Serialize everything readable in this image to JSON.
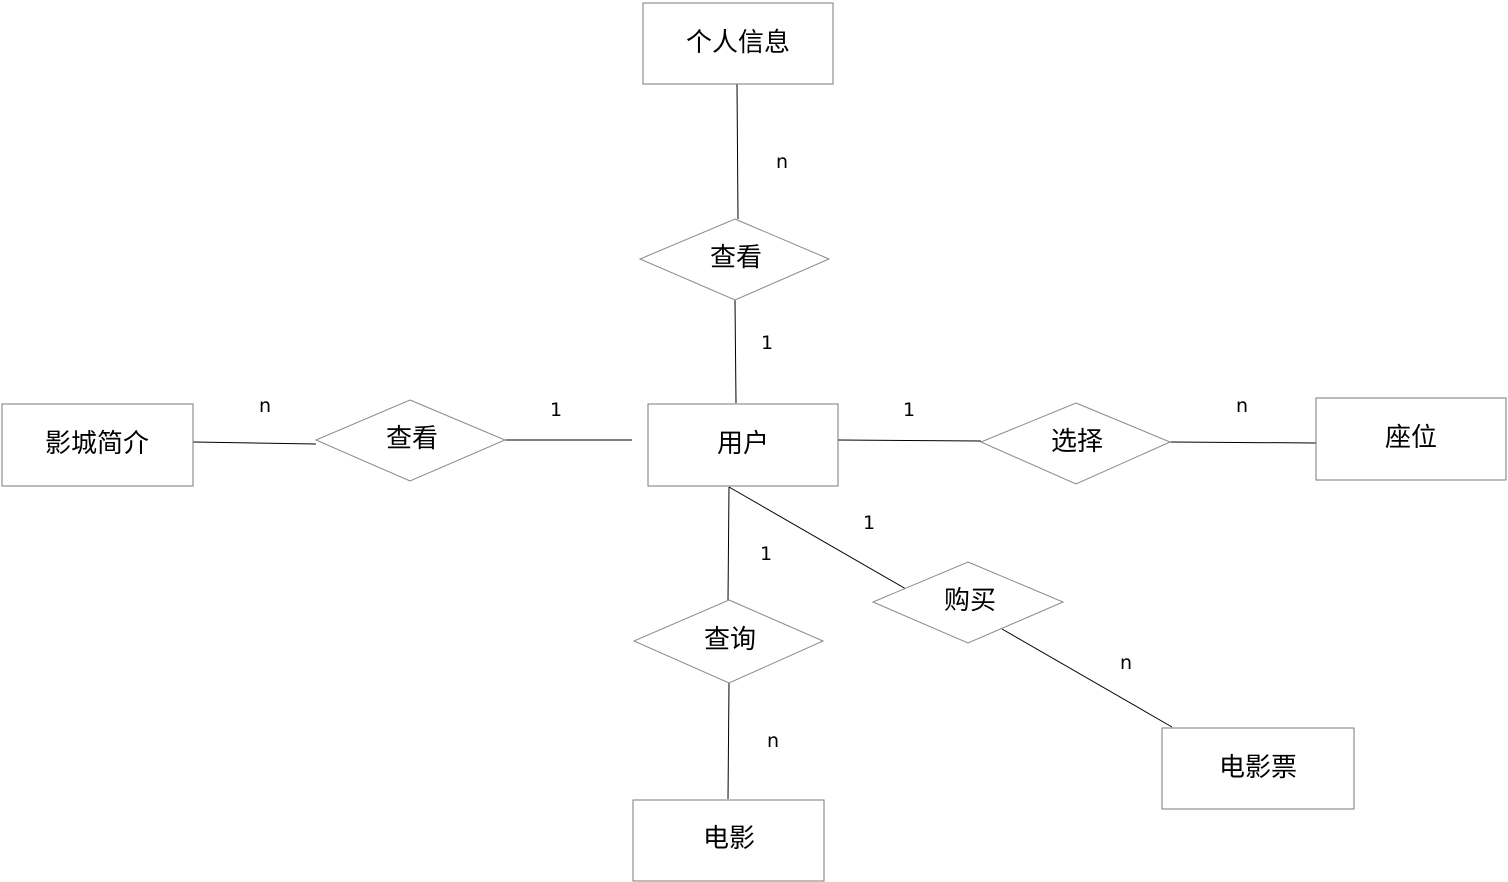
{
  "entities": {
    "personal_info": "个人信息",
    "user": "用户",
    "cinema_intro": "影城简介",
    "seat": "座位",
    "movie": "电影",
    "ticket": "电影票"
  },
  "relationships": {
    "view_personal_info": "查看",
    "view_cinema_intro": "查看",
    "select_seat": "选择",
    "query_movie": "查询",
    "buy_ticket": "购买"
  },
  "cardinalities": {
    "personal_info_side": "n",
    "user_view_personal_side": "1",
    "cinema_intro_side": "n",
    "user_view_cinema_side": "1",
    "user_select_side": "1",
    "seat_side": "n",
    "user_query_side": "1",
    "movie_side": "n",
    "user_buy_side": "1",
    "ticket_side": "n"
  }
}
